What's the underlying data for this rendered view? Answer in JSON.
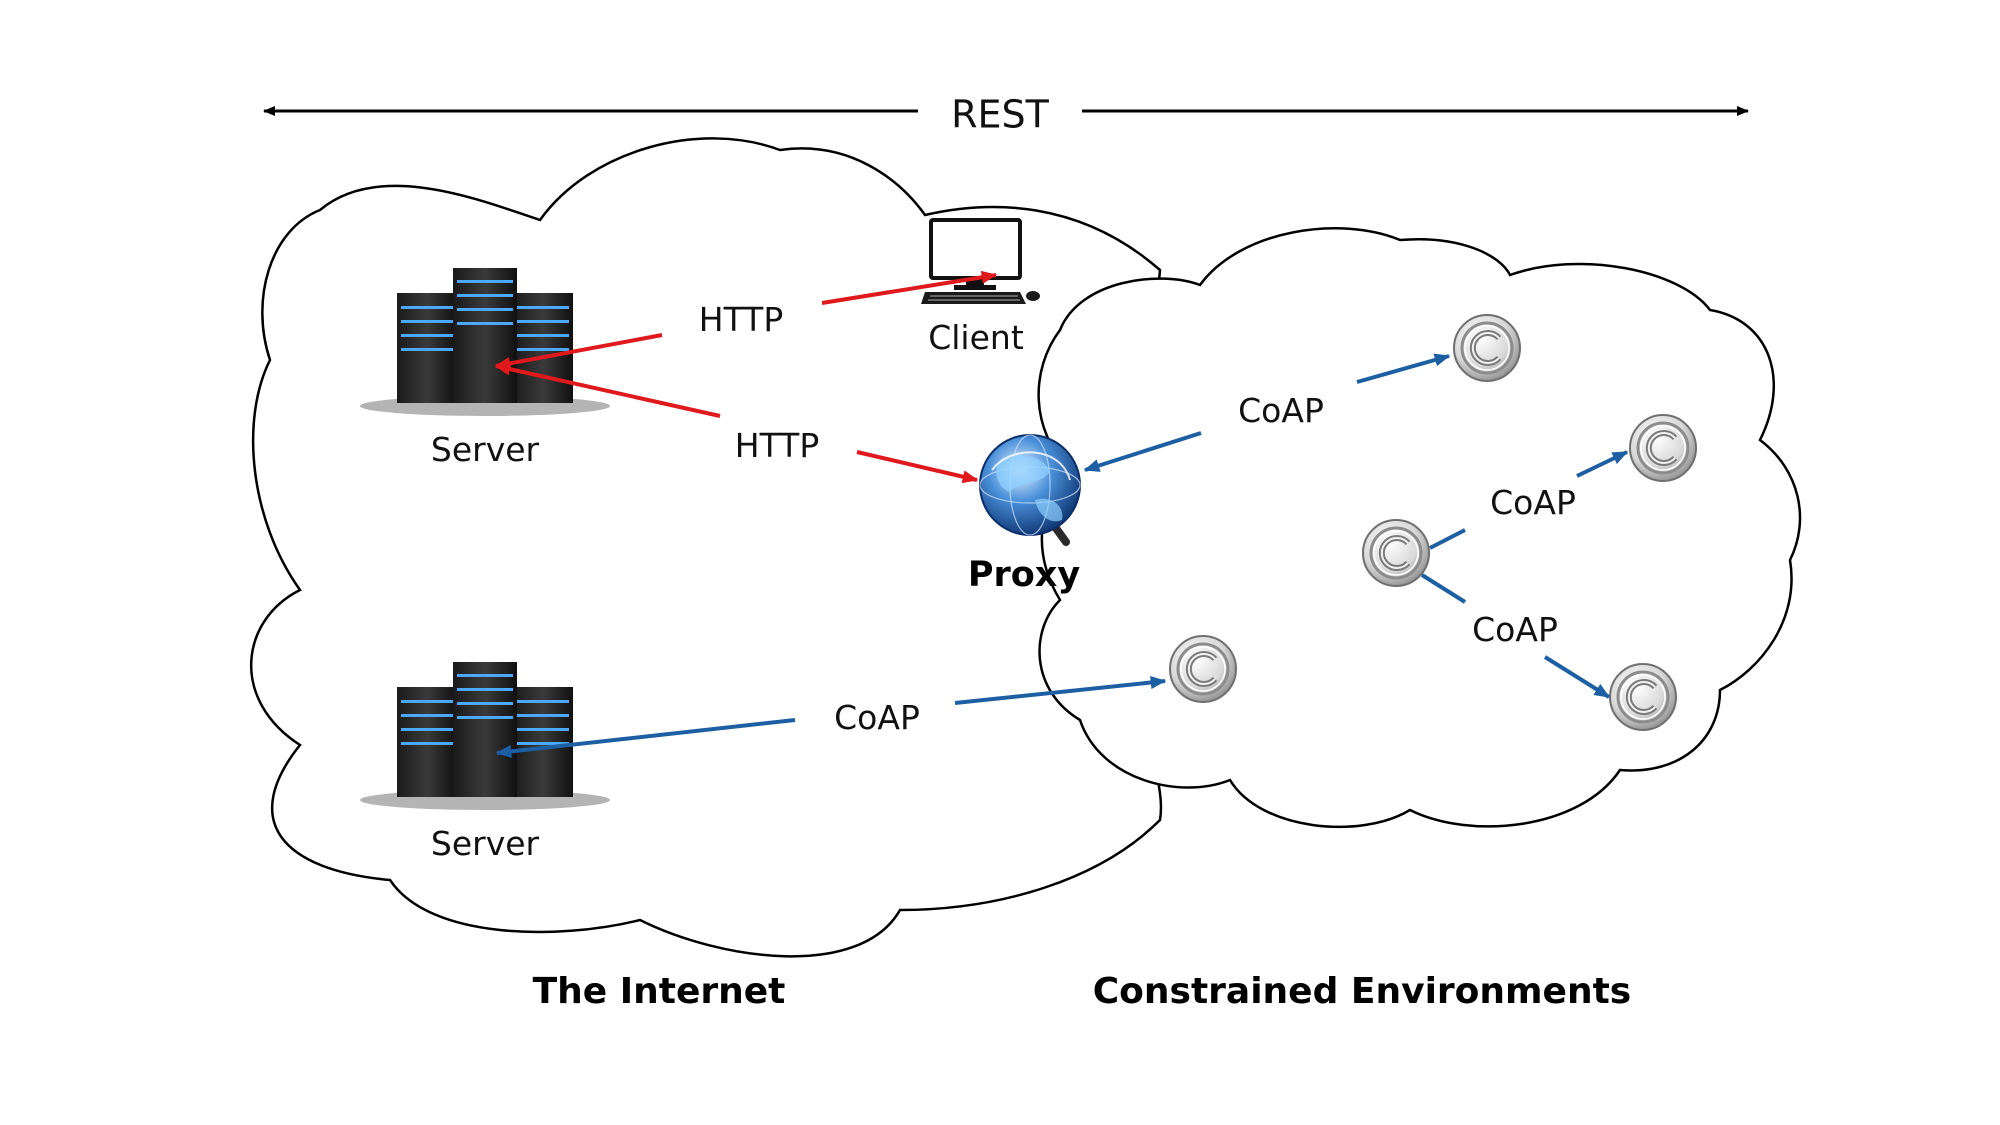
{
  "rest_label": "REST",
  "nodes": {
    "server_top": "Server",
    "server_bottom": "Server",
    "client": "Client",
    "proxy": "Proxy",
    "coap_node_symbol": "C"
  },
  "links": {
    "http_1": "HTTP",
    "http_2": "HTTP",
    "coap_server": "CoAP",
    "coap_proxy": "CoAP",
    "coap_up": "CoAP",
    "coap_down": "CoAP"
  },
  "regions": {
    "internet": "The Internet",
    "constrained": "Constrained Environments"
  },
  "colors": {
    "http": "#e0191d",
    "coap": "#1d5fa3",
    "rest": "#000000"
  }
}
